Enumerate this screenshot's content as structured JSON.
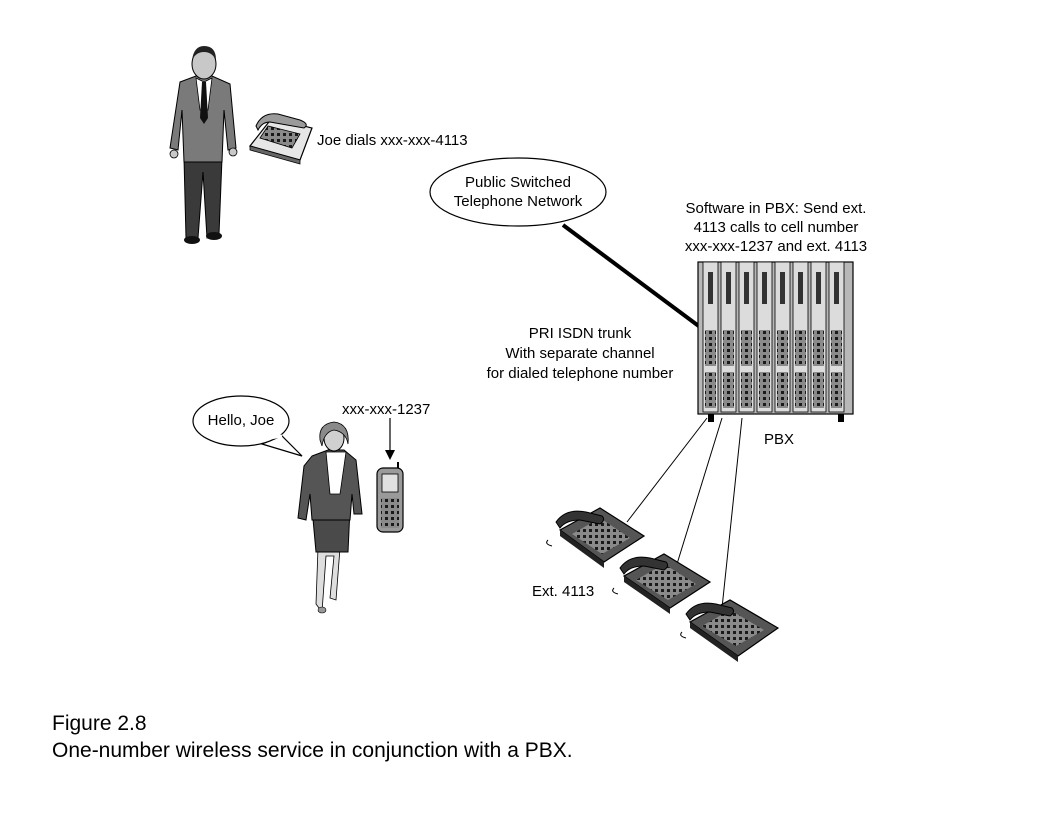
{
  "labels": {
    "joe_dials": "Joe dials xxx-xxx-4113",
    "pstn_line1": "Public Switched",
    "pstn_line2": "Telephone Network",
    "software_line1": "Software  in PBX: Send ext.",
    "software_line2": "4113 calls to cell number",
    "software_line3": "xxx-xxx-1237 and ext. 4113",
    "trunk_line1": "PRI ISDN trunk",
    "trunk_line2": "With separate channel",
    "trunk_line3": "for dialed telephone number",
    "hello": "Hello, Joe",
    "cell_number": "xxx-xxx-1237",
    "pbx": "PBX",
    "ext": "Ext. 4113"
  },
  "caption": {
    "figure": "Figure 2.8",
    "text": "One-number wireless service in conjunction with a PBX."
  }
}
